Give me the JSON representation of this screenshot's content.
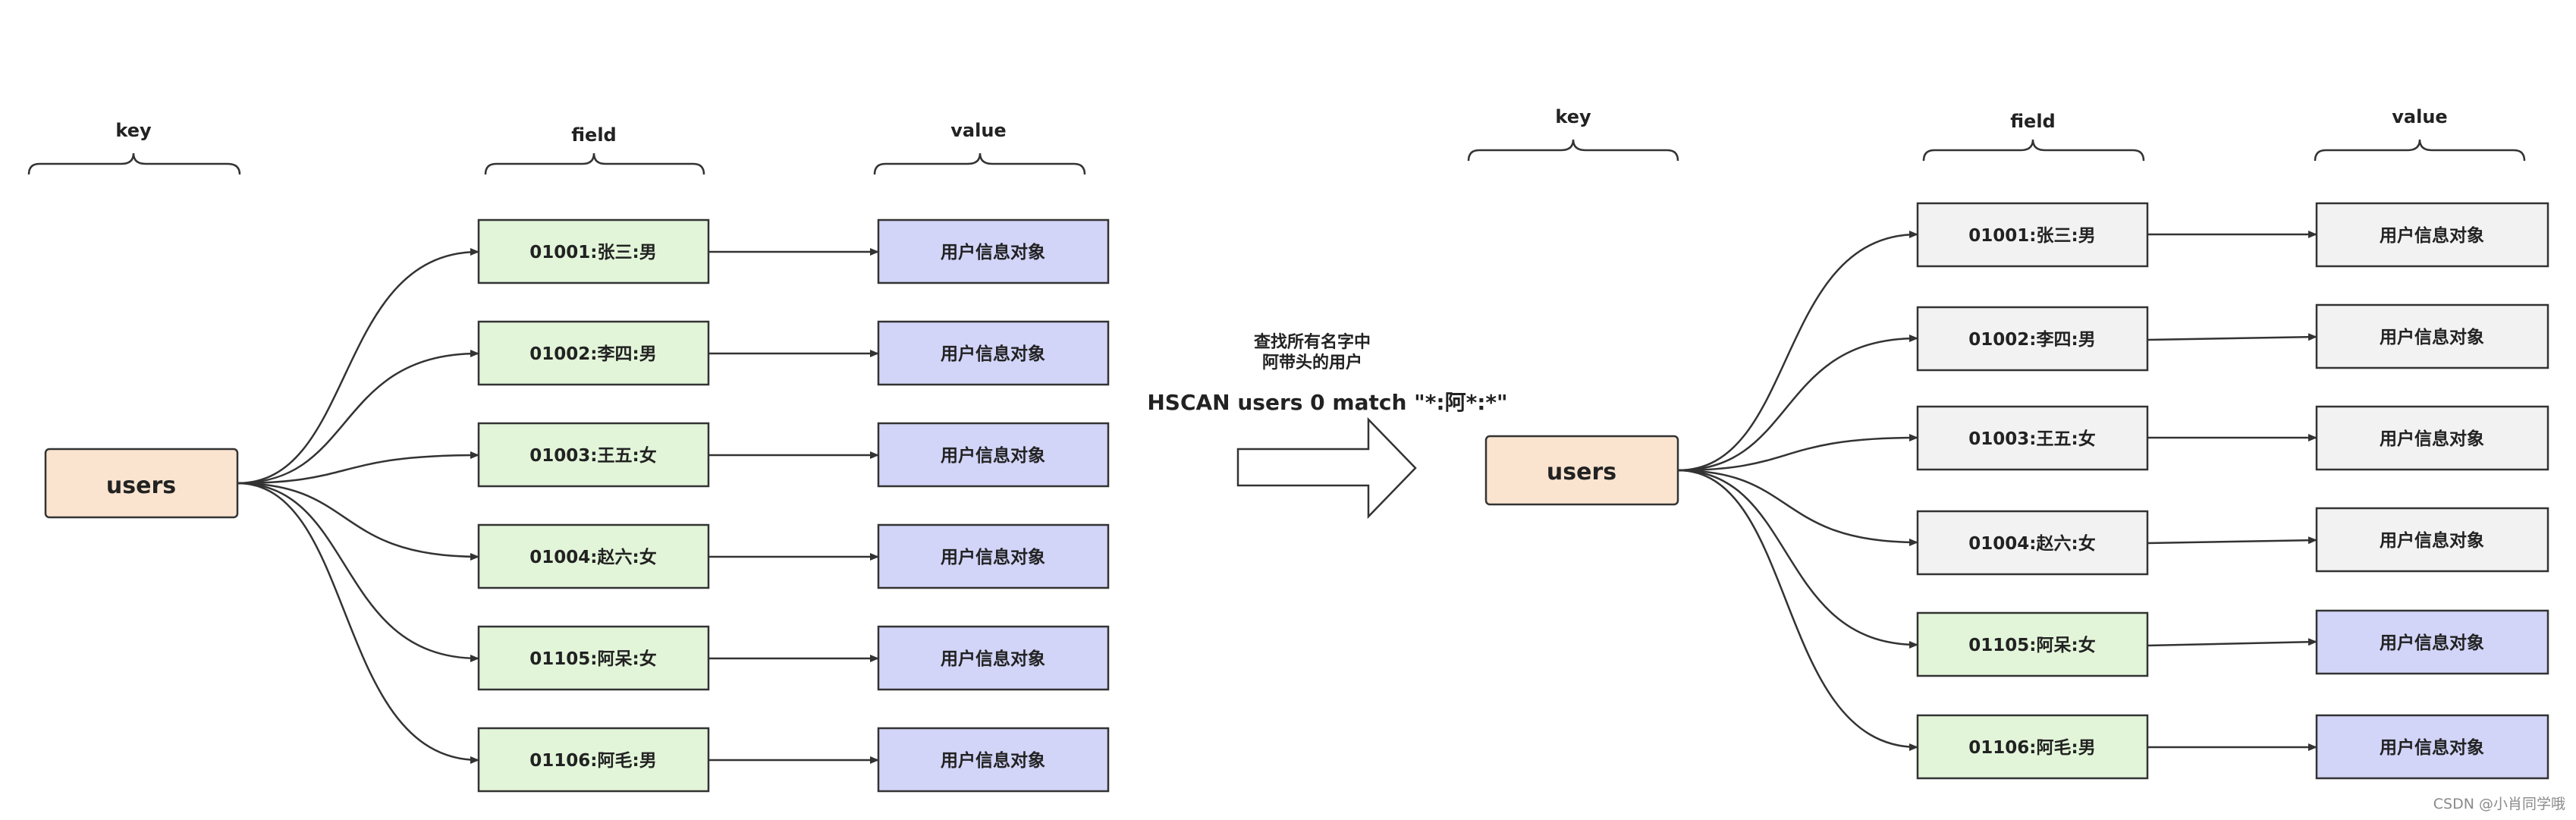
{
  "colors": {
    "key_fill": "#fae4d0",
    "field_match_fill": "#e2f5d9",
    "field_other_fill": "#f2f2f2",
    "value_match_fill": "#d2d4f8",
    "value_other_fill": "#f2f2f2",
    "stroke": "#333333"
  },
  "left": {
    "key_header": "key",
    "field_header": "field",
    "value_header": "value",
    "key": "users",
    "rows": [
      {
        "field": "01001:张三:男",
        "value": "用户信息对象"
      },
      {
        "field": "01002:李四:男",
        "value": "用户信息对象"
      },
      {
        "field": "01003:王五:女",
        "value": "用户信息对象"
      },
      {
        "field": "01004:赵六:女",
        "value": "用户信息对象"
      },
      {
        "field": "01105:阿呆:女",
        "value": "用户信息对象"
      },
      {
        "field": "01106:阿毛:男",
        "value": "用户信息对象"
      }
    ]
  },
  "middle": {
    "note_line1": "查找所有名字中",
    "note_line2": "阿带头的用户",
    "command": "HSCAN users 0 match \"*:阿*:*\""
  },
  "right": {
    "key_header": "key",
    "field_header": "field",
    "value_header": "value",
    "key": "users",
    "rows": [
      {
        "field": "01001:张三:男",
        "value": "用户信息对象",
        "matched": false
      },
      {
        "field": "01002:李四:男",
        "value": "用户信息对象",
        "matched": false
      },
      {
        "field": "01003:王五:女",
        "value": "用户信息对象",
        "matched": false
      },
      {
        "field": "01004:赵六:女",
        "value": "用户信息对象",
        "matched": false
      },
      {
        "field": "01105:阿呆:女",
        "value": "用户信息对象",
        "matched": true
      },
      {
        "field": "01106:阿毛:男",
        "value": "用户信息对象",
        "matched": true
      }
    ]
  },
  "watermark": "CSDN @小肖同学哦"
}
